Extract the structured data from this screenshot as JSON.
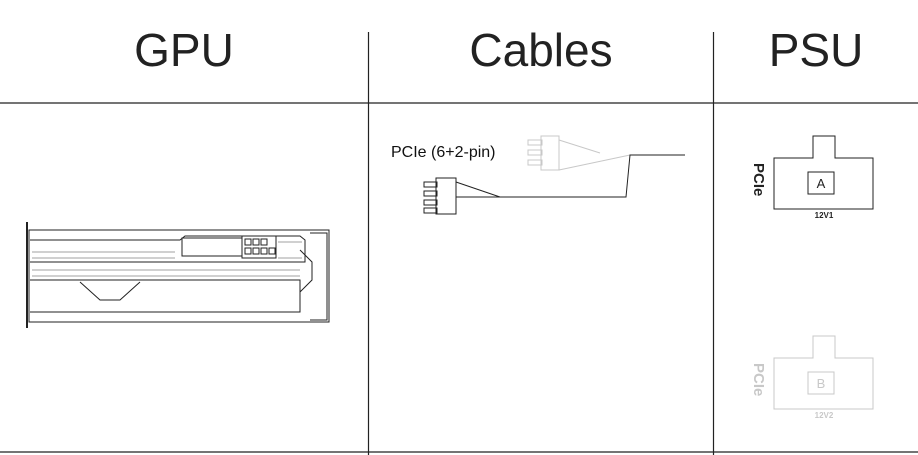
{
  "headers": {
    "gpu": "GPU",
    "cables": "Cables",
    "psu": "PSU"
  },
  "cables": {
    "connector_label": "PCIe (6+2-pin)"
  },
  "psu": {
    "port_a": {
      "type": "PCIe",
      "letter": "A",
      "rail": "12V1",
      "state": "active"
    },
    "port_b": {
      "type": "PCIe",
      "letter": "B",
      "rail": "12V2",
      "state": "inactive"
    }
  },
  "colors": {
    "line": "#222222",
    "inactive": "#c8c8c8",
    "text": "#222222"
  },
  "icons": [
    "gpu-card-illustration",
    "pcie-8pin-connector-icon",
    "pcie-6pin-connector-icon",
    "psu-port-icon"
  ]
}
